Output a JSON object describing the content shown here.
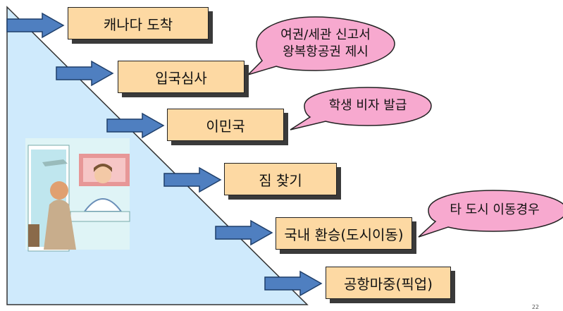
{
  "steps": [
    {
      "label": "캐나다 도착"
    },
    {
      "label": "입국심사"
    },
    {
      "label": "이민국"
    },
    {
      "label": "짐 찾기"
    },
    {
      "label": "국내 환승(도시이동)"
    },
    {
      "label": "공항마중(픽업)"
    }
  ],
  "notes": [
    {
      "line1": "여권/세관 신고서",
      "line2": "왕복항공권 제시"
    },
    {
      "line1": "학생 비자 발급"
    },
    {
      "line1": "타 도시 이동경우"
    }
  ],
  "page_number": "22",
  "colors": {
    "step_fill": "#fdd9a3",
    "arrow_fill": "#4f7fc0",
    "triangle_fill": "#cfeafc",
    "bubble_fill": "#f7a9cf"
  }
}
